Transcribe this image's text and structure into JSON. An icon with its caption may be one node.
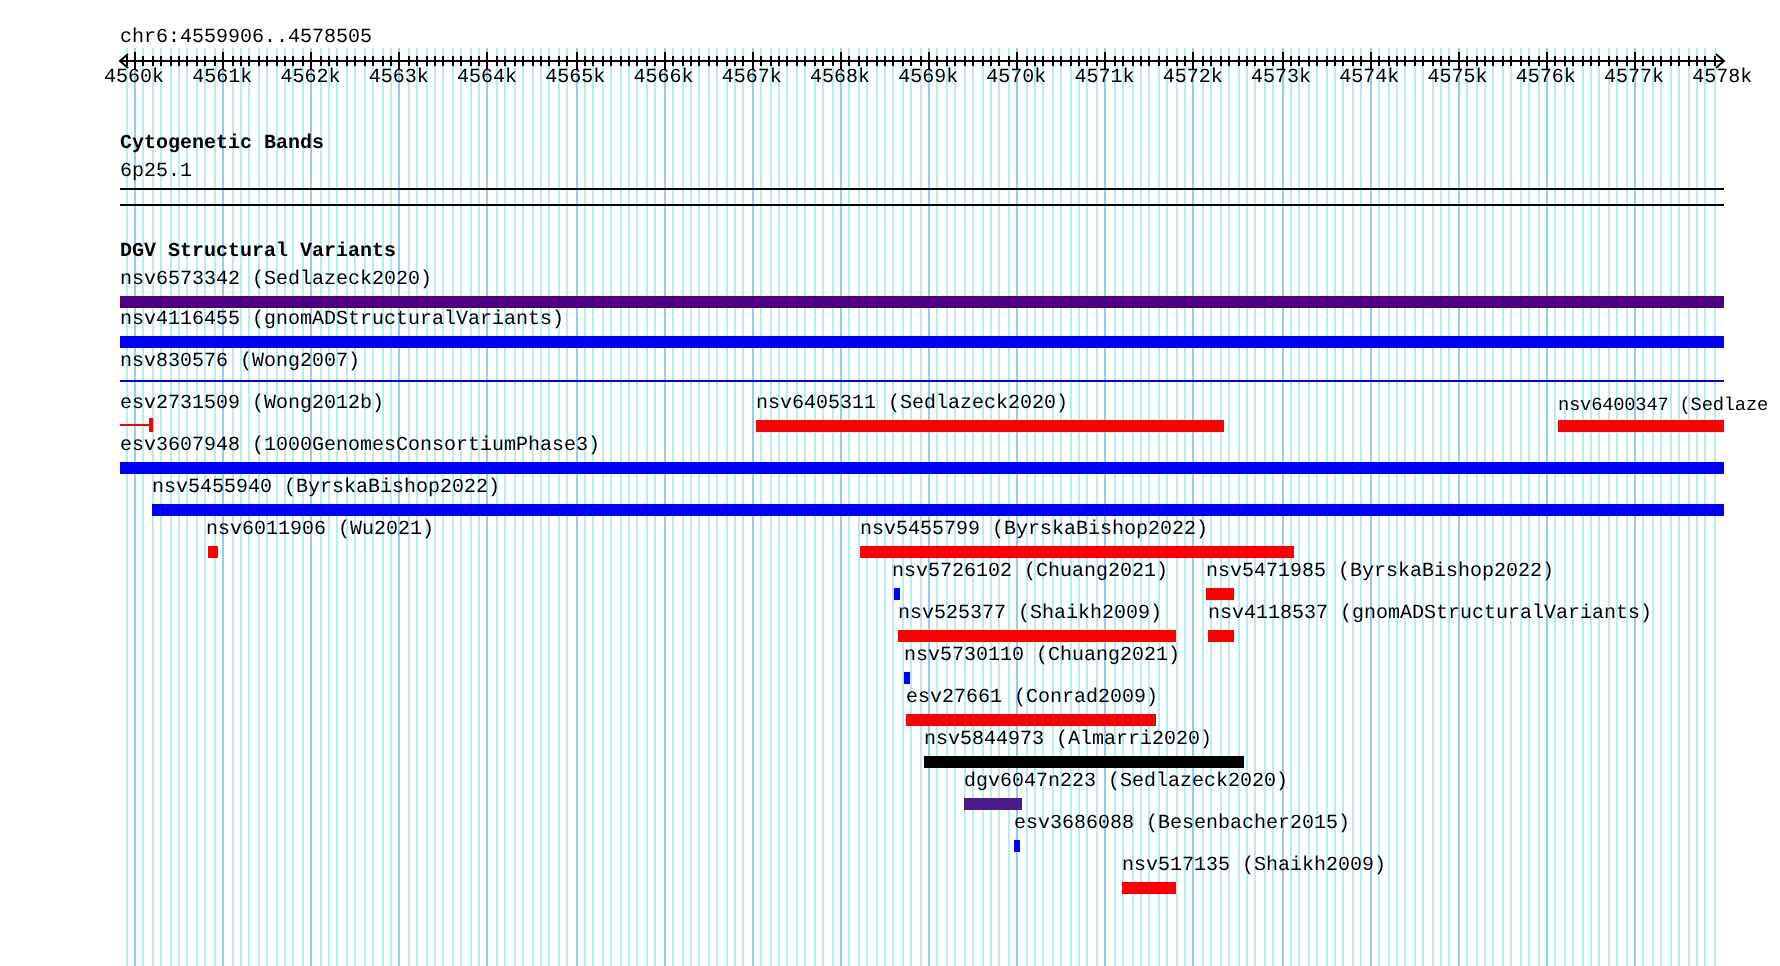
{
  "diagram": {
    "title": "chr6:4559906..4578505",
    "nodes": [
      {
        "text": [
          "6p25.1"
        ]
      },
      {
        "text": [
          "nsv6573342 (Sedlazeck2020)"
        ]
      },
      {
        "text": [
          "nsv4116455 (gnomADStructuralVariants)"
        ]
      },
      {
        "text": [
          "nsv830576 (Wong2007)"
        ]
      },
      {
        "text": [
          "esv2731509 (Wong2012b)"
        ]
      },
      {
        "text": [
          "nsv6405311 (Sedlazeck2020)"
        ]
      },
      {
        "text": [
          "nsv6400347 (Sedlaze"
        ]
      },
      {
        "text": [
          "esv3607948 (1000GenomesConsortiumPhase3)"
        ]
      },
      {
        "text": [
          "nsv5455940 (ByrskaBishop2022)"
        ]
      },
      {
        "text": [
          "nsv6011906 (Wu2021)"
        ]
      },
      {
        "text": [
          "nsv5455799 (ByrskaBishop2022)"
        ]
      },
      {
        "text": [
          "nsv5726102 (Chuang2021)"
        ]
      },
      {
        "text": [
          "nsv5471985 (ByrskaBishop2022)"
        ]
      },
      {
        "text": [
          "nsv525377 (Shaikh2009)"
        ]
      },
      {
        "text": [
          "nsv4118537 (gnomADStructuralVariants)"
        ]
      },
      {
        "text": [
          "nsv5730110 (Chuang2021)"
        ]
      },
      {
        "text": [
          "esv27661 (Conrad2009)"
        ]
      },
      {
        "text": [
          "nsv5844973 (Almarri2020)"
        ]
      },
      {
        "text": [
          "dgv6047n223 (Sedlazeck2020)"
        ]
      },
      {
        "text": [
          "esv3686088 (Besenbacher2015)"
        ]
      },
      {
        "text": [
          "nsv517135 (Shaikh2009)"
        ]
      }
    ],
    "labels": [
      "4560k",
      "4561k",
      "4562k",
      "4563k",
      "4564k",
      "4565k",
      "4566k",
      "4567k",
      "4568k",
      "4569k",
      "4570k",
      "4571k",
      "4572k",
      "4573k",
      "4574k",
      "4575k",
      "4576k",
      "4577k",
      "4578k",
      "Cytogenetic Bands",
      "DGV Structural Variants"
    ]
  }
}
